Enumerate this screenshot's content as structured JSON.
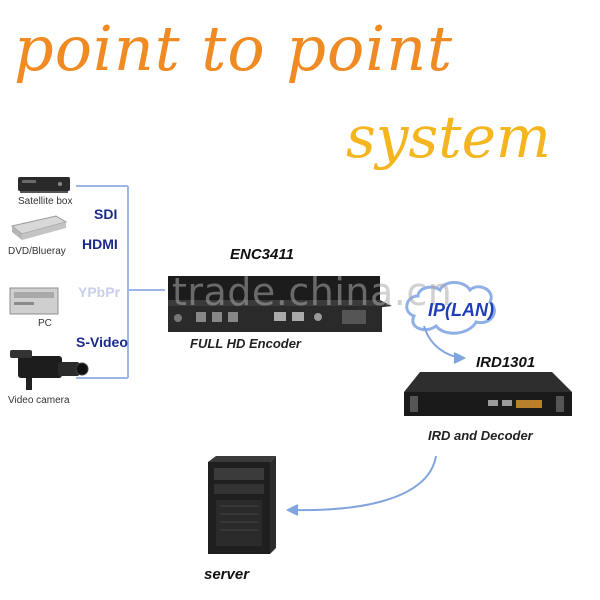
{
  "title": {
    "line1": "point to point",
    "line2": "system"
  },
  "sources": {
    "satellite": "Satellite box",
    "dvd": "DVD/Blueray",
    "pc": "PC",
    "camera": "Video camera"
  },
  "signals": {
    "sdi": "SDI",
    "hdmi": "HDMI",
    "ypbpr": "YPbPr",
    "svideo": "S-Video"
  },
  "encoder": {
    "model": "ENC3411",
    "desc": "FULL HD Encoder"
  },
  "network": {
    "label": "IP(LAN)"
  },
  "decoder": {
    "model": "IRD1301",
    "desc": "IRD and Decoder"
  },
  "server": {
    "label": "server"
  },
  "watermark": "trade.china.cn",
  "colors": {
    "title_orange": "#f08a22",
    "title_yellow": "#f5b51e",
    "signal_blue": "#1a2a8a",
    "bracket_blue": "#9cb6e6",
    "arrow_blue": "#7fa4de"
  }
}
